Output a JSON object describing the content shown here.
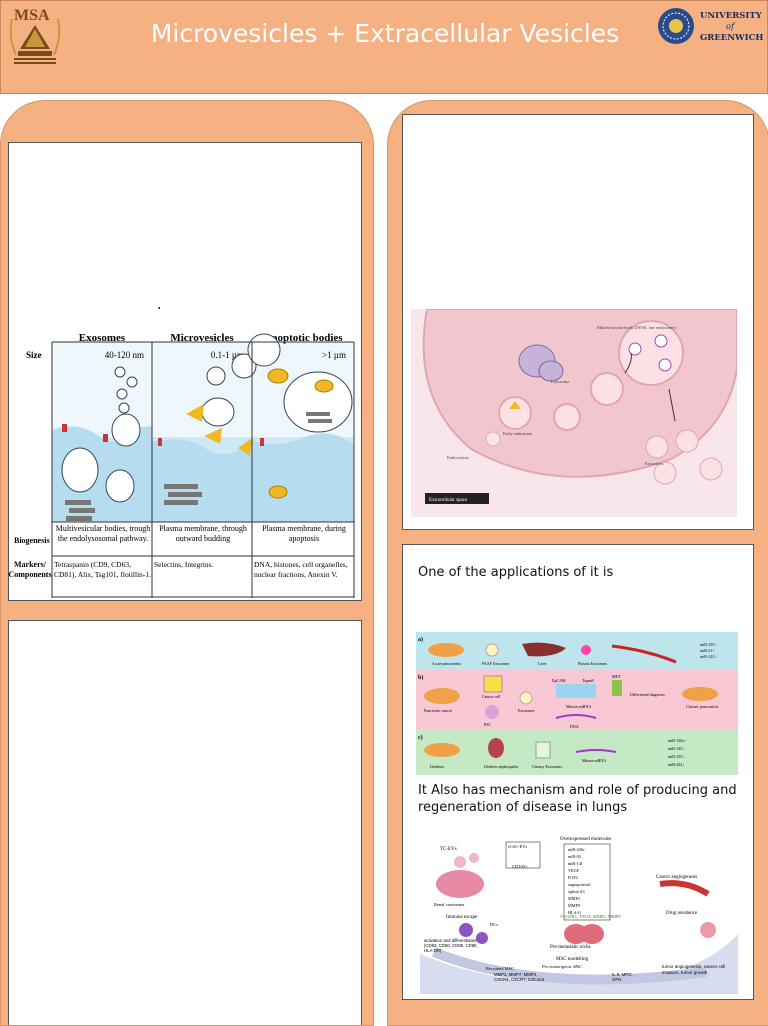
{
  "header": {
    "title": "Microvesicles + Extracellular Vesicles",
    "msa_logo_text": "MSA",
    "uog_logo_text": [
      "UNIVERSITY",
      "of",
      "GREENWICH"
    ]
  },
  "left": {
    "dot": ".",
    "table": {
      "columns": [
        "Exosomes",
        "Microvesicles",
        "Apoptotic bodies"
      ],
      "size_label": "Size",
      "sizes": [
        "40-120 nm",
        "0.1-1 µm",
        ">1 µm"
      ],
      "biogenesis_label": "Biogenesis",
      "biogenesis": [
        "Multivesicular bodies, trough the endolysosomal pathway.",
        "Plasma membrane, through outward budding",
        "Plasma membrane, during apoptosis"
      ],
      "markers_label": "Markers/ Components",
      "markers": [
        "Tetraspanin (CD9, CD63, CD81), Alix, Tsg101, flotillin-1.",
        "Selectins, Integrins.",
        "DNA, histones, cell organelles, nuclear fractions, Anexin V."
      ]
    }
  },
  "right": {
    "diagram": {
      "mvb_label": "Multivesicular body (MVB, late endosome)",
      "lysosome": "Lysosome",
      "early_endosome": "Early endosome",
      "endocytosis": "Endocytosis",
      "exosomes": "Exosomes",
      "extracellular": "Extracellular space"
    },
    "app_text": "One of the applications of it is",
    "pancreas": {
      "a_label": "a)",
      "b_label": "b)",
      "c_label": "c)",
      "a_items": [
        "Acute pancreatitis",
        "PAAF Exosomes",
        "Liver",
        "Plasma Exosomes"
      ],
      "a_mirs": [
        "miR-155↑",
        "miR-21↑",
        "miR-122↑"
      ],
      "b_items": [
        "Pancreatic cancer",
        "PSC",
        "Cancer cell",
        "Exosomes",
        "EpCAM",
        "Tspan8",
        "MET",
        "Mature miRNA",
        "DNA",
        "Differential diagnosis",
        "Chronic pancreatitis"
      ],
      "c_items": [
        "Diabetes",
        "Diabetic nephropathy",
        "Urinary Exosomes",
        "Mature mRNA"
      ],
      "c_mirs": [
        "miR-130a↑",
        "miR-145↓",
        "miR-155↓",
        "miR-424↓"
      ]
    },
    "lung_text": "It Also has mechanism and role of producing and regeneration of disease in lungs",
    "lung": {
      "tc_evs": "TC-EVs",
      "csc_evs": "rCSC-EVs",
      "cd105": "CD105+",
      "renal": "Renal carcinoma",
      "overrep_title": "Overexpressed molecules",
      "overrep": [
        "miR-226c",
        "miR-92",
        "miR-141",
        "VEGF",
        "FGF2",
        "angiopoietin1",
        "ephrin A3",
        "MMP2",
        "MMP9",
        "HLA-G"
      ],
      "angio": "Cancer angiogenesis",
      "drug": "Drug resistence",
      "immune": "Immune escape",
      "dcs": "DCs",
      "activation": "activation and differentiation (CD83, CD80, CD86, CD86, HLA-DR)",
      "vegfr": "VEGFR1, VEGF, MMP2, MMP9",
      "niche": "Pre-metastatic niche",
      "msc": "MSC modelling",
      "pro": "Pro-tumorigenic MSC",
      "recruited": "Recruited MSC",
      "mmps": "MMP2, MMP7, MMP3, CXCR4, CXCR7, COL4A3",
      "il": "IL-8, MPO, OPN",
      "tumor": "tumor angiogenesis, cancer cell invasion, tumor growth"
    }
  },
  "colors": {
    "header_bg": "#f6b183",
    "panel_bg": "#f6b183",
    "title_color": "#ffffff"
  }
}
